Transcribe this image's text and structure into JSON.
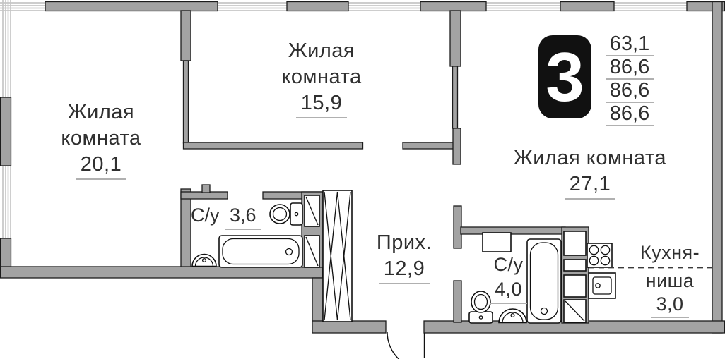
{
  "colors": {
    "wall": "#a3a3a3",
    "outline": "#1c1c1c",
    "window_line": "#c6c6c6",
    "text": "#2f2f2f",
    "badge_bg": "#111111",
    "badge_text": "#ffffff",
    "underline": "#b0b0b0"
  },
  "badge": {
    "rooms_count": "3",
    "areas": [
      "63,1",
      "86,6",
      "86,6",
      "86,6"
    ]
  },
  "rooms": {
    "living1": {
      "name_line1": "Жилая",
      "name_line2": "комната",
      "area": "20,1"
    },
    "living2": {
      "name_line1": "Жилая",
      "name_line2": "комната",
      "area": "15,9"
    },
    "living3": {
      "name": "Жилая комната",
      "area": "27,1"
    },
    "bathroom1": {
      "name": "С/у",
      "area": "3,6"
    },
    "hallway": {
      "name": "Прих.",
      "area": "12,9"
    },
    "bathroom2": {
      "name": "С/у",
      "area": "4,0"
    },
    "kitchen": {
      "name_line1": "Кухня-",
      "name_line2": "ниша",
      "area": "3,0"
    }
  }
}
